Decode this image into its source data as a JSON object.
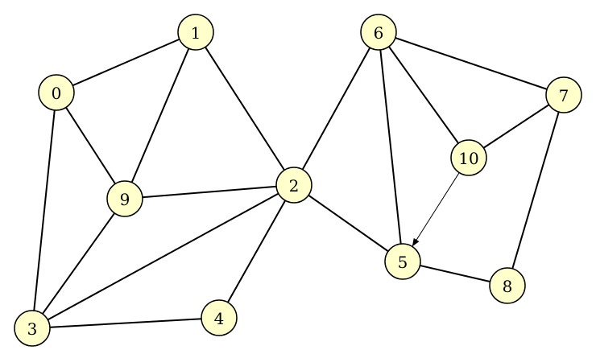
{
  "graph": {
    "node_fill": "#ffffcc",
    "edge_color": "#000000",
    "nodes": [
      {
        "id": "0",
        "label": "0"
      },
      {
        "id": "1",
        "label": "1"
      },
      {
        "id": "2",
        "label": "2"
      },
      {
        "id": "3",
        "label": "3"
      },
      {
        "id": "4",
        "label": "4"
      },
      {
        "id": "5",
        "label": "5"
      },
      {
        "id": "6",
        "label": "6"
      },
      {
        "id": "7",
        "label": "7"
      },
      {
        "id": "8",
        "label": "8"
      },
      {
        "id": "9",
        "label": "9"
      },
      {
        "id": "10",
        "label": "10"
      }
    ],
    "edges": [
      {
        "from": "0",
        "to": "1",
        "directed": false
      },
      {
        "from": "0",
        "to": "9",
        "directed": false
      },
      {
        "from": "0",
        "to": "3",
        "directed": false
      },
      {
        "from": "1",
        "to": "9",
        "directed": false
      },
      {
        "from": "1",
        "to": "2",
        "directed": false
      },
      {
        "from": "9",
        "to": "2",
        "directed": false
      },
      {
        "from": "9",
        "to": "3",
        "directed": false
      },
      {
        "from": "2",
        "to": "3",
        "directed": false
      },
      {
        "from": "2",
        "to": "4",
        "directed": false
      },
      {
        "from": "2",
        "to": "6",
        "directed": false
      },
      {
        "from": "2",
        "to": "5",
        "directed": false
      },
      {
        "from": "3",
        "to": "4",
        "directed": false
      },
      {
        "from": "6",
        "to": "5",
        "directed": false
      },
      {
        "from": "6",
        "to": "10",
        "directed": false
      },
      {
        "from": "6",
        "to": "7",
        "directed": false
      },
      {
        "from": "7",
        "to": "10",
        "directed": false
      },
      {
        "from": "7",
        "to": "8",
        "directed": false
      },
      {
        "from": "5",
        "to": "8",
        "directed": false
      },
      {
        "from": "10",
        "to": "5",
        "directed": true
      }
    ]
  }
}
